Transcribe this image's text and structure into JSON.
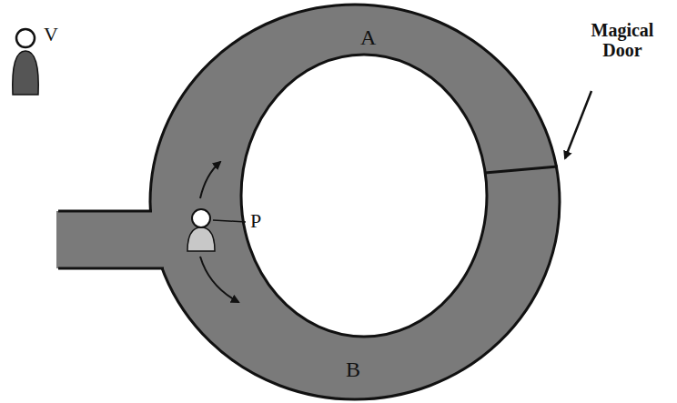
{
  "diagram": {
    "labels": [
      "A",
      "Magical Door",
      "V",
      "P",
      "B"
    ]
  }
}
